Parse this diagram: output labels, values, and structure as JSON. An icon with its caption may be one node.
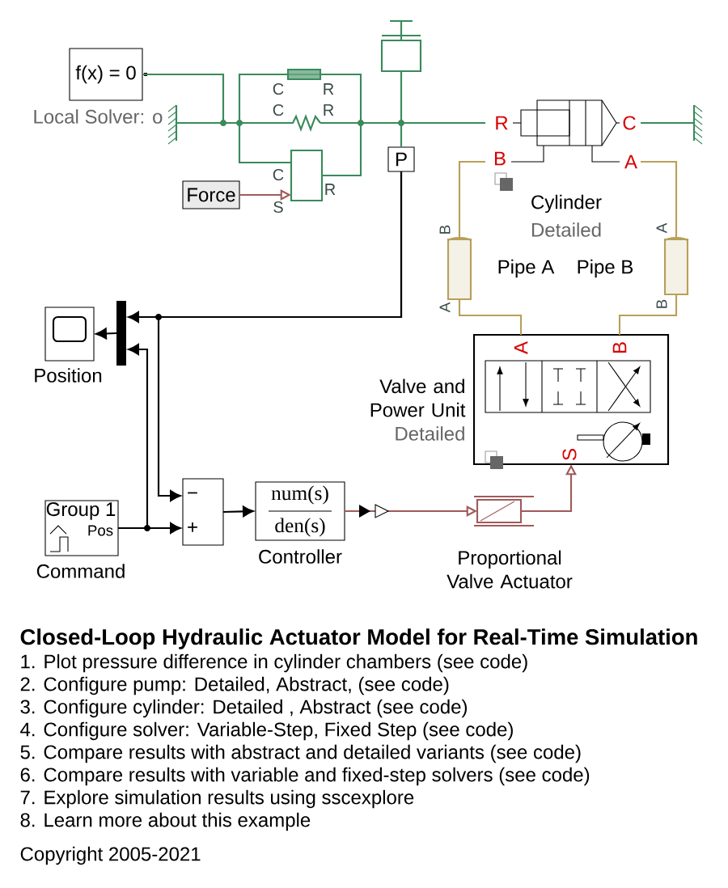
{
  "diagram": {
    "title": "Closed-Loop Hydraulic Actuator Model for Real-Time Simulation",
    "nodes": [
      {
        "text": [
          "f(x) = 0"
        ],
        "beside": [
          "Local Solver: o"
        ]
      },
      {
        "text": [],
        "shape": "ground"
      },
      {
        "text": [
          "C",
          "R"
        ]
      },
      {
        "text": [
          "C",
          "R"
        ]
      },
      {
        "text": [
          "C",
          "S",
          "R"
        ]
      },
      {
        "text": [
          "Force"
        ]
      },
      {
        "text": [],
        "shape": "box"
      },
      {
        "text": [
          "P"
        ]
      },
      {
        "text": [
          "R",
          "C",
          "B",
          "A"
        ],
        "beside": [
          "Cylinder",
          "Detailed"
        ]
      },
      {
        "text": [],
        "shape": "ground"
      },
      {
        "text": [
          "B",
          "A"
        ],
        "beside": [
          "Pipe A"
        ]
      },
      {
        "text": [
          "A",
          "B"
        ],
        "beside": [
          "Pipe B"
        ]
      },
      {
        "text": [
          "A",
          "B",
          "S"
        ],
        "beside": [
          "Valve and Power Unit",
          "Detailed"
        ]
      },
      {
        "text": [],
        "shape": "box",
        "beside": [
          "Proportional Valve Actuator"
        ]
      },
      {
        "text": [],
        "shape": "bar"
      },
      {
        "text": [],
        "shape": "box",
        "beside": [
          "Position"
        ]
      },
      {
        "text": [
          "Group 1",
          "Pos"
        ],
        "beside": [
          "Command"
        ]
      },
      {
        "text": [
          "−",
          "+"
        ]
      },
      {
        "text": [
          "num(s)",
          "den(s)"
        ],
        "beside": [
          "Controller"
        ]
      }
    ],
    "edges": [
      {
        "from": 0,
        "to": 1,
        "arrow": "none"
      },
      {
        "from": 1,
        "to": 2,
        "arrow": "none"
      },
      {
        "from": 1,
        "to": 3,
        "arrow": "none"
      },
      {
        "from": 1,
        "to": 4,
        "arrow": "none"
      },
      {
        "from": 2,
        "to": 8,
        "arrow": "none"
      },
      {
        "from": 3,
        "to": 8,
        "arrow": "none"
      },
      {
        "from": 4,
        "to": 8,
        "arrow": "none"
      },
      {
        "from": 6,
        "to": 8,
        "arrow": "none"
      },
      {
        "from": 7,
        "to": 8,
        "arrow": "none"
      },
      {
        "from": 5,
        "to": 4,
        "arrow": "to",
        "color": "#a05a5a"
      },
      {
        "from": 8,
        "to": 9,
        "arrow": "none"
      },
      {
        "from": 8,
        "to": 10,
        "arrow": "none",
        "color": "#b8a05a"
      },
      {
        "from": 8,
        "to": 11,
        "arrow": "none",
        "color": "#b8a05a"
      },
      {
        "from": 10,
        "to": 12,
        "arrow": "none",
        "color": "#b8a05a"
      },
      {
        "from": 11,
        "to": 12,
        "arrow": "none",
        "color": "#b8a05a"
      },
      {
        "from": 7,
        "to": 14,
        "arrow": "to",
        "color": "#000000"
      },
      {
        "from": 7,
        "to": 17,
        "arrow": "to",
        "color": "#000000"
      },
      {
        "from": 16,
        "to": 14,
        "arrow": "to",
        "color": "#000000"
      },
      {
        "from": 16,
        "to": 17,
        "arrow": "to",
        "color": "#000000"
      },
      {
        "from": 14,
        "to": 15,
        "arrow": "to",
        "color": "#000000"
      },
      {
        "from": 17,
        "to": 18,
        "arrow": "to",
        "color": "#000000"
      },
      {
        "from": 18,
        "to": 13,
        "arrow": "to",
        "color": "#a05a5a"
      },
      {
        "from": 13,
        "to": 12,
        "arrow": "to",
        "color": "#a05a5a"
      }
    ],
    "labels": [
      "1. Plot pressure difference in cylinder chambers (see code)",
      "2. Configure pump: Detailed, Abstract, (see code)",
      "3. Configure cylinder: Detailed , Abstract (see code)",
      "4. Configure solver: Variable-Step, Fixed Step (see code)",
      "5. Compare results with abstract and detailed variants (see code)",
      "6. Compare results with variable and fixed-step solvers (see code)",
      "7. Explore simulation results using sscexplore",
      "8. Learn more about this example",
      "Copyright 2005-2021"
    ]
  }
}
